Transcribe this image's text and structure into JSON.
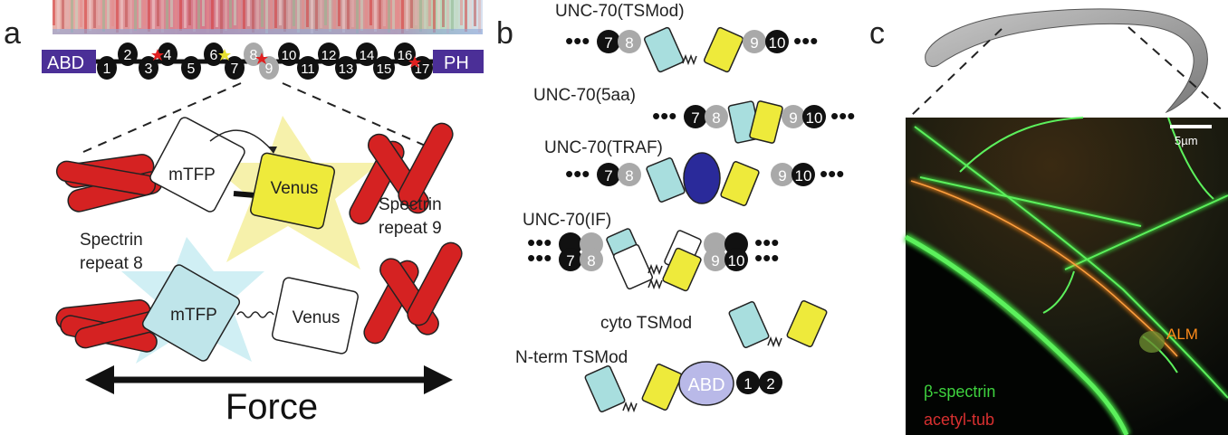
{
  "panels": {
    "a": {
      "letter": "a",
      "domain_start": "ABD",
      "domain_end": "PH",
      "repeats_upper": [
        "2",
        "4",
        "6",
        "8",
        "10",
        "12",
        "14",
        "16"
      ],
      "repeats_lower": [
        "1",
        "3",
        "5",
        "7",
        "9",
        "11",
        "13",
        "15",
        "17"
      ],
      "label_mtfp": "mTFP",
      "label_venus": "Venus",
      "label_spectrin_left": [
        "Spectrin",
        "repeat 8"
      ],
      "label_spectrin_right": [
        "Spectrin",
        "repeat 9"
      ],
      "force_label": "Force"
    },
    "b": {
      "letter": "b",
      "constructs": [
        {
          "label": "UNC-70(TSMod)",
          "left_repeats": [
            "7",
            "8"
          ],
          "right_repeats": [
            "9",
            "10"
          ]
        },
        {
          "label": "UNC-70(5aa)",
          "left_repeats": [
            "7",
            "8"
          ],
          "right_repeats": [
            "9",
            "10"
          ]
        },
        {
          "label": "UNC-70(TRAF)",
          "left_repeats": [
            "7",
            "8"
          ],
          "right_repeats": [
            "9",
            "10"
          ]
        },
        {
          "label": "UNC-70(IF)",
          "left_repeats": [
            "7",
            "8"
          ],
          "right_repeats": [
            "9",
            "10"
          ]
        },
        {
          "label": "cyto TSMod"
        },
        {
          "label": "N-term TSMod",
          "domain": "ABD",
          "repeats": [
            "1",
            "2"
          ]
        }
      ]
    },
    "c": {
      "letter": "c",
      "scale_bar": "5µm",
      "cell_label": "ALM",
      "channel_green": "β-spectrin",
      "channel_red": "acetyl-tub"
    }
  },
  "colors": {
    "spectrin_red": "#d52222",
    "domain_purple": "#4b2f97",
    "mtfp_cyan": "#a8dede",
    "venus_yellow": "#eeea3b",
    "traf_blue": "#2a2a9a",
    "abd_lavender": "#b9b9e8",
    "repeat_gray": "#a9a9a9",
    "repeat_black": "#111111",
    "micro_green": "#3ed23e",
    "micro_orange": "#ff8c1a",
    "micro_red": "#d83030"
  }
}
